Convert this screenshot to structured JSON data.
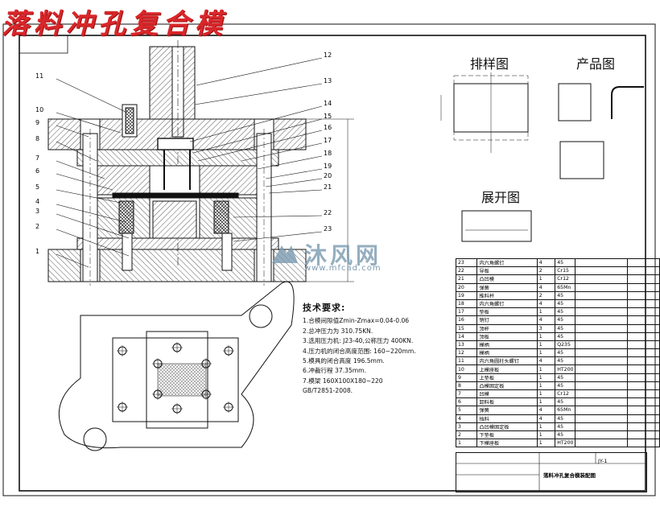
{
  "title": "落料冲孔复合模",
  "watermark": {
    "brand": "沐风网",
    "url": "www.mfcad.com"
  },
  "views": {
    "layout": "排样图",
    "product": "产品图",
    "unfold": "展开图"
  },
  "tech_requirements": {
    "heading": "技术要求:",
    "items": [
      "1.合模间隙值Zmin-Zmax=0.04-0.06",
      "2.总冲压力为 310.75KN.",
      "3.选用压力机: J23-40,公称压力 400KN.",
      "4.压力机的闭合高度范围: 160~220mm.",
      "5.模具的闭合高度 196.5mm.",
      "6.冲裁行程 37.35mm.",
      "7.模架 160X100X180~220",
      "  GB/T2851-2008."
    ]
  },
  "callouts_left": [
    "11",
    "10",
    "9",
    "8",
    "7",
    "6",
    "5",
    "4",
    "3",
    "2",
    "1"
  ],
  "callouts_right": [
    "12",
    "13",
    "14",
    "15",
    "16",
    "17",
    "18",
    "19",
    "20",
    "21",
    "22",
    "23"
  ],
  "bom_rows": [
    [
      "23",
      "内六角螺钉",
      "4",
      "45"
    ],
    [
      "22",
      "导板",
      "2",
      "Cr15"
    ],
    [
      "21",
      "凸凹模",
      "1",
      "Cr12"
    ],
    [
      "20",
      "弹簧",
      "4",
      "65Mn"
    ],
    [
      "19",
      "推料杆",
      "2",
      "45"
    ],
    [
      "18",
      "内六角螺钉",
      "4",
      "45"
    ],
    [
      "17",
      "垫板",
      "1",
      "45"
    ],
    [
      "16",
      "销钉",
      "4",
      "45"
    ],
    [
      "15",
      "顶杆",
      "3",
      "45"
    ],
    [
      "14",
      "顶板",
      "1",
      "45"
    ],
    [
      "13",
      "模柄",
      "1",
      "Q235"
    ],
    [
      "12",
      "模柄",
      "1",
      "45"
    ],
    [
      "11",
      "内六角圆柱头螺钉",
      "4",
      "45"
    ],
    [
      "10",
      "上模座板",
      "1",
      "HT200"
    ],
    [
      "9",
      "上垫板",
      "1",
      "45"
    ],
    [
      "8",
      "凸模固定板",
      "1",
      "45"
    ],
    [
      "7",
      "凹模",
      "1",
      "Cr12"
    ],
    [
      "6",
      "卸料板",
      "1",
      "45"
    ],
    [
      "5",
      "弹簧",
      "4",
      "65Mn"
    ],
    [
      "4",
      "挡料",
      "4",
      "45"
    ],
    [
      "3",
      "凸凹模固定板",
      "1",
      "45"
    ],
    [
      "2",
      "下垫板",
      "1",
      "45"
    ],
    [
      "1",
      "下模座板",
      "1",
      "HT200"
    ]
  ],
  "title_block": {
    "caption": "落料冲孔复合模装配图",
    "drawing_no": "JY-1"
  },
  "colors": {
    "banner": "#d9262a",
    "watermark": "#7a9bb0",
    "line": "#111111"
  }
}
